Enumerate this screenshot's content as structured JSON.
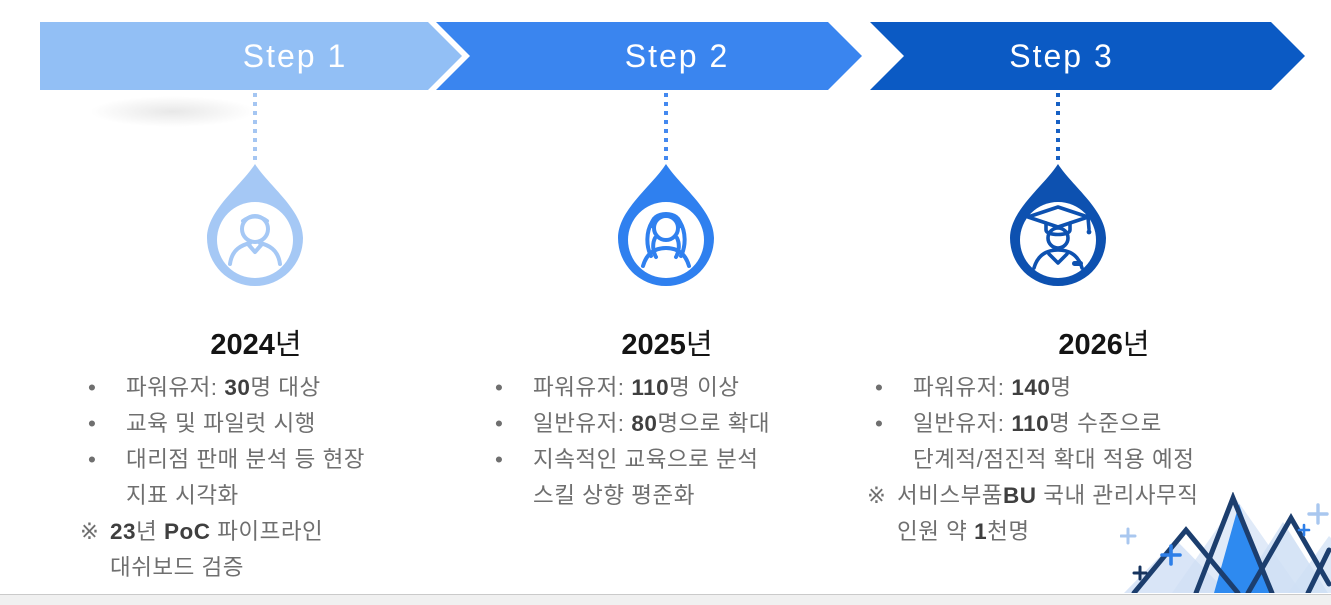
{
  "colors": {
    "step1_banner": "#92bff5",
    "step2_banner": "#3a85ef",
    "step3_banner": "#0b5ac4",
    "drop1": "#a5c8f5",
    "drop2": "#2f80ef",
    "drop3": "#0d51b0",
    "dots1": "#a5c6f2",
    "dots2": "#4489f0",
    "dots3": "#1660c4",
    "title_text": "#141414",
    "body_text": "#6f6f6f",
    "body_strong": "#3f3f3f",
    "mountain_navy": "#1c3e6e",
    "mountain_light": "#cfdff5",
    "mountain_bright": "#2e8af0",
    "plus_light": "#a9c7ef",
    "plus_blue": "#2e7fe8",
    "plus_navy": "#16335e",
    "footer_bar": "#f0f0f0"
  },
  "steps": [
    {
      "label": "Step 1",
      "year": "2024",
      "year_suffix": "년",
      "icon": "male-user-icon",
      "items": [
        {
          "type": "bullet",
          "marker": "•",
          "segments": [
            {
              "t": "파워유저: "
            },
            {
              "t": "30",
              "b": true
            },
            {
              "t": "명 대상"
            }
          ]
        },
        {
          "type": "bullet",
          "marker": "•",
          "segments": [
            {
              "t": "교육 및 파일럿 시행"
            }
          ]
        },
        {
          "type": "bullet",
          "marker": "•",
          "segments": [
            {
              "t": "대리점 판매 분석 등 현장"
            },
            {
              "br": true
            },
            {
              "t": "지표 시각화"
            }
          ]
        },
        {
          "type": "note",
          "marker": "※",
          "segments": [
            {
              "t": "23",
              "b": true
            },
            {
              "t": "년 "
            },
            {
              "t": "PoC",
              "b": true
            },
            {
              "t": " 파이프라인"
            },
            {
              "br": true
            },
            {
              "t": "대쉬보드 검증"
            }
          ]
        }
      ]
    },
    {
      "label": "Step 2",
      "year": "2025",
      "year_suffix": "년",
      "icon": "female-user-icon",
      "items": [
        {
          "type": "bullet",
          "marker": "•",
          "segments": [
            {
              "t": "파워유저: "
            },
            {
              "t": "110",
              "b": true
            },
            {
              "t": "명 이상"
            }
          ]
        },
        {
          "type": "bullet",
          "marker": "•",
          "segments": [
            {
              "t": "일반유저: "
            },
            {
              "t": "80",
              "b": true
            },
            {
              "t": "명으로 확대"
            }
          ]
        },
        {
          "type": "bullet",
          "marker": "•",
          "segments": [
            {
              "t": "지속적인 교육으로 분석"
            },
            {
              "br": true
            },
            {
              "t": "스킬 상향 평준화"
            }
          ]
        }
      ]
    },
    {
      "label": "Step 3",
      "year": "2026",
      "year_suffix": "년",
      "icon": "graduate-icon",
      "items": [
        {
          "type": "bullet",
          "marker": "•",
          "segments": [
            {
              "t": "파워유저: "
            },
            {
              "t": "140",
              "b": true
            },
            {
              "t": "명"
            }
          ]
        },
        {
          "type": "bullet",
          "marker": "•",
          "segments": [
            {
              "t": "일반유저: "
            },
            {
              "t": "110",
              "b": true
            },
            {
              "t": "명 수준으로"
            },
            {
              "br": true
            },
            {
              "t": "단계적/점진적 확대 적용 예정"
            }
          ]
        },
        {
          "type": "note",
          "marker": "※",
          "segments": [
            {
              "t": "서비스부품"
            },
            {
              "t": "BU",
              "b": true
            },
            {
              "t": " 국내 관리사무직"
            },
            {
              "br": true
            },
            {
              "t": "인원 약 "
            },
            {
              "t": "1",
              "b": true
            },
            {
              "t": "천명"
            }
          ]
        }
      ]
    }
  ]
}
